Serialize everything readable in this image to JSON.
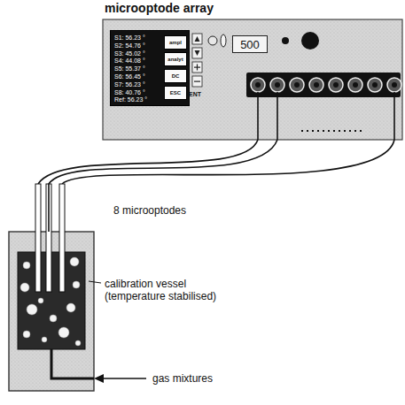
{
  "diagram": {
    "nodes": [
      {
        "text": [
          "microoptode array"
        ]
      },
      {
        "text": [
          "S1: 56.23 °",
          "S2: 54.76 °",
          "S3: 45.02 °",
          "S4: 44.08 °",
          "S5: 55.37 °",
          "S6: 56.45 °",
          "S7: 56.23 °",
          "S8: 40.76 °",
          "Ref: 56.23 °"
        ],
        "in": 0
      },
      {
        "text": [
          "ampl"
        ],
        "in": 1
      },
      {
        "text": [
          "analyt"
        ],
        "in": 1
      },
      {
        "text": [
          "DC"
        ],
        "in": 1
      },
      {
        "text": [
          "ESC"
        ],
        "in": 1
      },
      {
        "text": [
          "500"
        ],
        "in": 0
      },
      {
        "text": [
          "calibration vessel (temperature stabilised)"
        ]
      }
    ],
    "edges": [
      {
        "from": 0,
        "to": 7,
        "label": "8 microoptodes",
        "arrow": "none"
      }
    ],
    "labels": [
      "ENT",
      "gas mixtures"
    ]
  }
}
